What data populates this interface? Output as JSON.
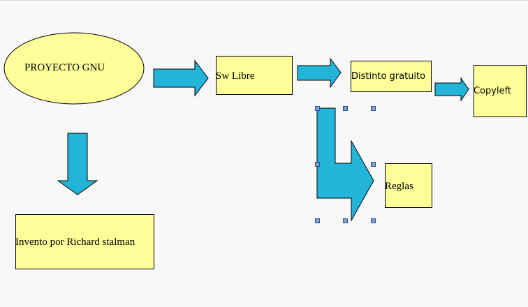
{
  "colors": {
    "shape_fill": "#ffff99",
    "arrow_fill": "#23b4d9",
    "outline": "#000000",
    "handle_fill": "#7f9fd6",
    "handle_stroke": "#2f4f8f",
    "background": "#f8f8f8"
  },
  "nodes": {
    "gnu": {
      "label": "PROYECTO GNU"
    },
    "swlibre": {
      "label": "Sw Libre"
    },
    "gratuito": {
      "label": "Distinto gratuito"
    },
    "copyleft": {
      "label": "Copyleft"
    },
    "reglas": {
      "label": "Reglas"
    },
    "invento": {
      "label": "Invento por Richard stalman"
    }
  },
  "connections": [
    {
      "from": "PROYECTO GNU",
      "to": "Sw Libre",
      "icon": "right-arrow"
    },
    {
      "from": "Sw Libre",
      "to": "Distinto gratuito",
      "icon": "right-arrow"
    },
    {
      "from": "Distinto gratuito",
      "to": "Copyleft",
      "icon": "right-arrow"
    },
    {
      "from": "PROYECTO GNU",
      "to": "Invento por Richard stalman",
      "icon": "down-arrow"
    },
    {
      "from": "Distinto gratuito",
      "to": "Reglas",
      "icon": "bent-arrow",
      "selected": true
    }
  ]
}
